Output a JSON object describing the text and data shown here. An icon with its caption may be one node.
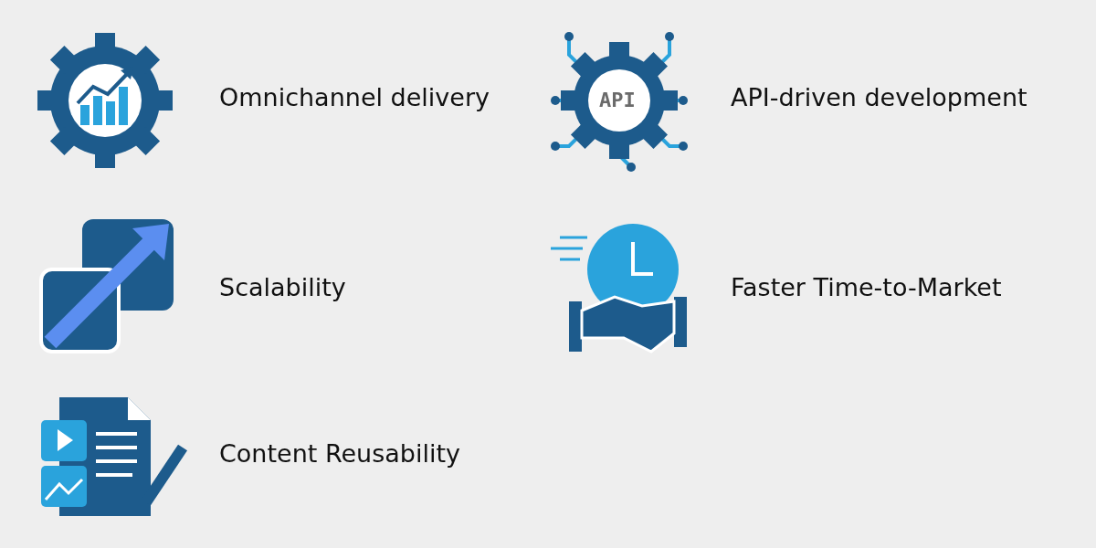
{
  "diagram": {
    "labels": [
      "Omnichannel delivery",
      "API",
      "API-driven development",
      "Scalability",
      "Faster Time-to-Market",
      "Content Reusability"
    ]
  }
}
